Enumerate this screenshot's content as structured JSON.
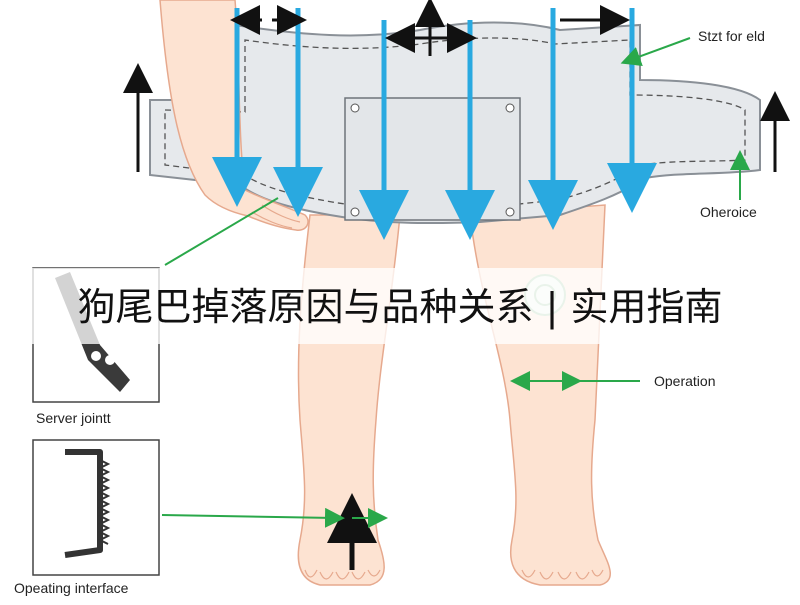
{
  "banner": {
    "title": "狗尾巴掉落原因与品种关系 | 实用指南"
  },
  "labels": {
    "top_right": "Stzt for eld",
    "right_mid": "Oheroice",
    "operation": "Operation",
    "panel1_caption": "Server jointt",
    "panel2_caption": "Opeating interface"
  },
  "colors": {
    "brace": "#e6e9ec",
    "skin": "#fde3d2",
    "blue_arrow": "#29a9e0",
    "green": "#2aa84a",
    "black": "#111111"
  }
}
